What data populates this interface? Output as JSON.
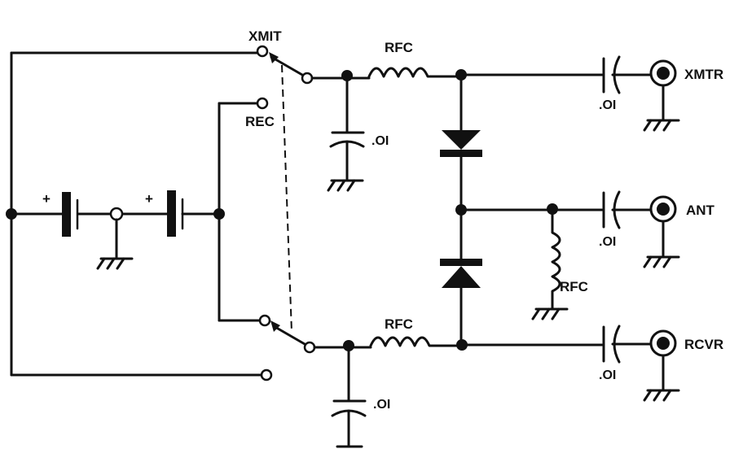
{
  "labels": {
    "xmit": "XMIT",
    "rec": "REC",
    "rfc_top": "RFC",
    "rfc_bottom": "RFC",
    "rfc_ant": "RFC",
    "cap_top": ".OI",
    "cap_bottom": ".OI",
    "cap_xmtr": ".OI",
    "cap_ant": ".OI",
    "cap_rcvr": ".OI",
    "plus_1": "+",
    "plus_2": "+",
    "jack_xmtr": "XMTR",
    "jack_ant": "ANT",
    "jack_rcvr": "RCVR"
  }
}
